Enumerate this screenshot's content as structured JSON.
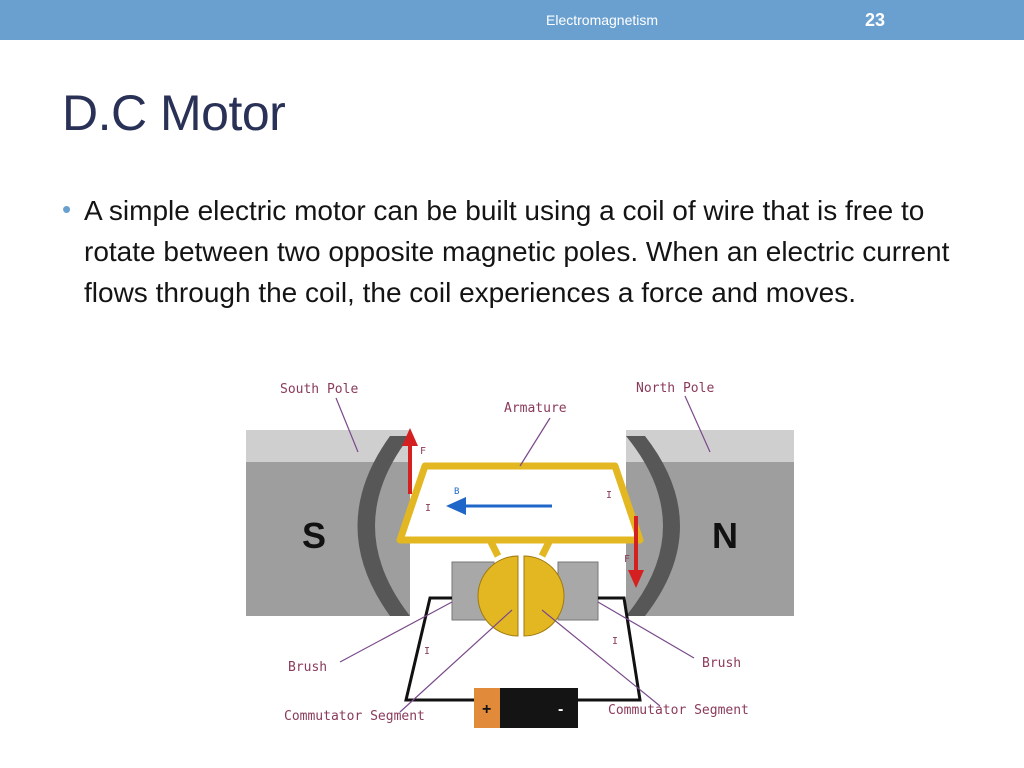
{
  "header": {
    "topic": "Electromagnetism",
    "page_number": "23"
  },
  "slide": {
    "title": "D.C Motor",
    "bullets": [
      "A simple electric motor can be built using a coil of wire that is free to rotate between two opposite magnetic poles. When an electric current flows through the coil, the coil experiences a force and moves."
    ]
  },
  "diagram": {
    "labels": {
      "south_pole": "South Pole",
      "north_pole": "North Pole",
      "armature": "Armature",
      "brush_left": "Brush",
      "brush_right": "Brush",
      "commutator_left": "Commutator Segment",
      "commutator_right": "Commutator Segment"
    },
    "magnet_s": "S",
    "magnet_n": "N",
    "force_label": "F",
    "current_label": "I",
    "field_label": "B",
    "battery_plus": "+",
    "battery_minus": "-",
    "colors": {
      "magnet": "#9e9e9e",
      "magnet_top": "#cfcfcf",
      "pole_face": "#555555",
      "coil": "#e3b722",
      "force_arrow": "#d42020",
      "field_arrow": "#1e66c8",
      "battery_plus": "#e08a3a",
      "battery_minus": "#141414"
    }
  }
}
